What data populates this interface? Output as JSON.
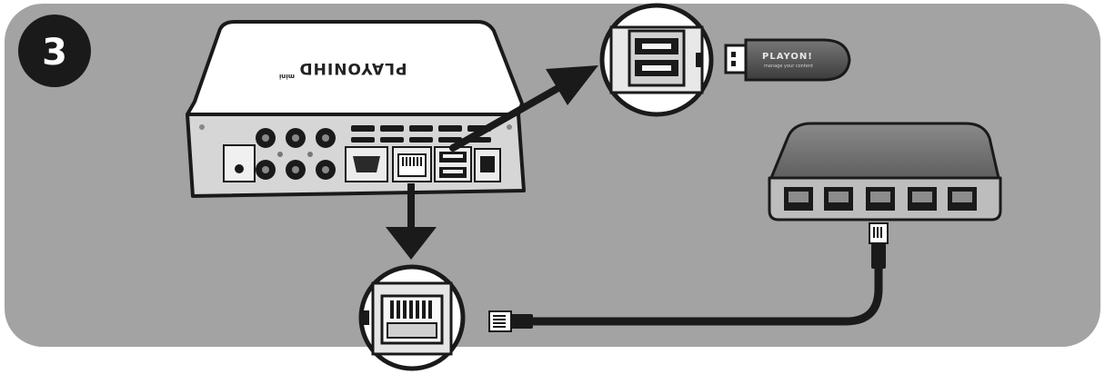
{
  "step": {
    "number": "3"
  },
  "device": {
    "brand": "PLAYONIHD",
    "brand_tag": "mini"
  },
  "usb_stick": {
    "brand": "PLAYON!",
    "tagline": "manage your content"
  },
  "colors": {
    "panel": "#a3a3a3",
    "device_body": "#ffffff",
    "device_back": "#d4d4d4",
    "outline": "#1a1a1a",
    "switch_top": "#7a7a7a",
    "switch_front": "#bfbfbf",
    "usb_stick_body": "#5a5a5a"
  }
}
